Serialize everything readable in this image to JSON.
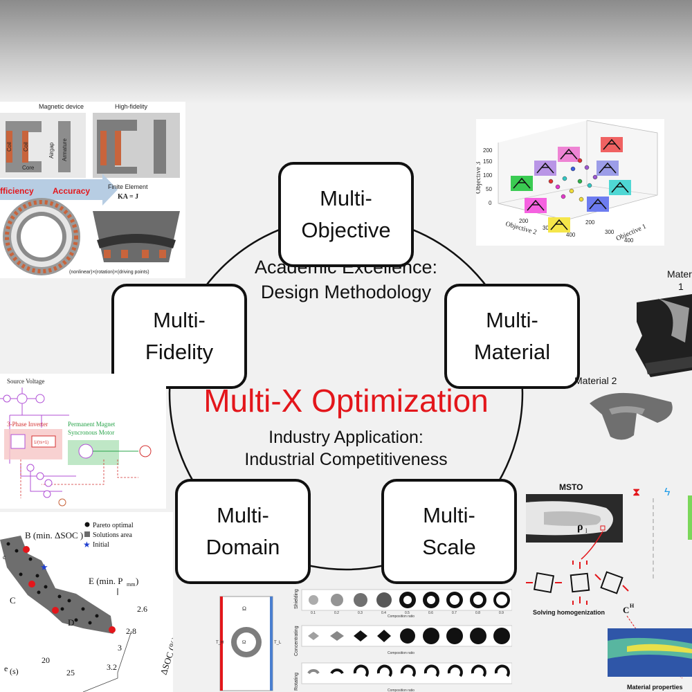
{
  "center": {
    "title": "Multi-X Optimization",
    "academic_line1": "Academic Excellence:",
    "academic_line2": "Design Methodology",
    "industry_line1": "Industry Application:",
    "industry_line2": "Industrial Competitiveness"
  },
  "nodes": {
    "objective": {
      "line1": "Multi-",
      "line2": "Objective"
    },
    "material": {
      "line1": "Multi-",
      "line2": "Material"
    },
    "scale": {
      "line1": "Multi-",
      "line2": "Scale"
    },
    "domain": {
      "line1": "Multi-",
      "line2": "Domain"
    },
    "fidelity": {
      "line1": "Multi-",
      "line2": "Fidelity"
    }
  },
  "fidelity_panel": {
    "magnetic_device": "Magnetic device",
    "high_fidelity": "High-fidelity",
    "coil": "Coil",
    "core": "Core",
    "airgap": "Airgap",
    "armature": "Armature",
    "efficiency": "fficiency",
    "accuracy": "Accuracy",
    "finite_element": "Finite Element",
    "equation": "KA = J",
    "footnote": "(nonlinear)×(rotation)×(driving points)"
  },
  "objective_panel": {
    "z_label": "Objective 3",
    "x_label": "Objective 1",
    "y_label": "Objective 2",
    "z_ticks": [
      "0",
      "50",
      "100",
      "150",
      "200"
    ],
    "x_ticks": [
      "200",
      "300",
      "400"
    ],
    "y_ticks": [
      "200",
      "300",
      "400"
    ]
  },
  "material_panel": {
    "material1": "Material",
    "material1_num": "1",
    "material2": "Material 2"
  },
  "domain_panel": {
    "source_voltage": "Source Voltage",
    "inverter": "3-Phase Inverter",
    "pmsm_line1": "Permanent Magnet",
    "pmsm_line2": "Syncronous Motor",
    "block_fraction": "1/(τs+1)"
  },
  "pareto_panel": {
    "legend": [
      "Pareto optimal",
      "Solutions area",
      "Initial"
    ],
    "label_b": "B (min. ΔSOC )",
    "label_e": "E (min. P",
    "label_e_sub": "mm",
    "label_e_close": ")",
    "label_c": "C",
    "label_d": "D",
    "axis_soc": "ΔSOC (%)",
    "soc_ticks": [
      "2.6",
      "2.8",
      "3",
      "3.2"
    ],
    "time_ticks": [
      "20",
      "25"
    ],
    "time_unit": "(s)",
    "left_fragment": "e",
    "left_fragment2": "c"
  },
  "shielding_panel": {
    "omega_air": "Ω",
    "rows": [
      "Shielding",
      "Concentrating",
      "Rotating"
    ],
    "ratio_label": "Composition ratio",
    "ratio_ticks": [
      "0.1",
      "0.2",
      "0.3",
      "0.4",
      "0.5",
      "0.6",
      "0.7",
      "0.8",
      "0.9"
    ],
    "t_h": "T_H",
    "t_l": "T_L"
  },
  "scale_panel": {
    "msto": "MSTO",
    "rho": "ρ",
    "rho_sub": "l",
    "solving": "Solving homogenization",
    "ch": "C",
    "ch_sup": "H",
    "material_properties": "Material properties"
  },
  "colors": {
    "accent_red": "#e3161b",
    "node_border": "#111111",
    "coil": "#c8643c",
    "domain_purple": "#b04fd6",
    "domain_green": "#27a349"
  }
}
